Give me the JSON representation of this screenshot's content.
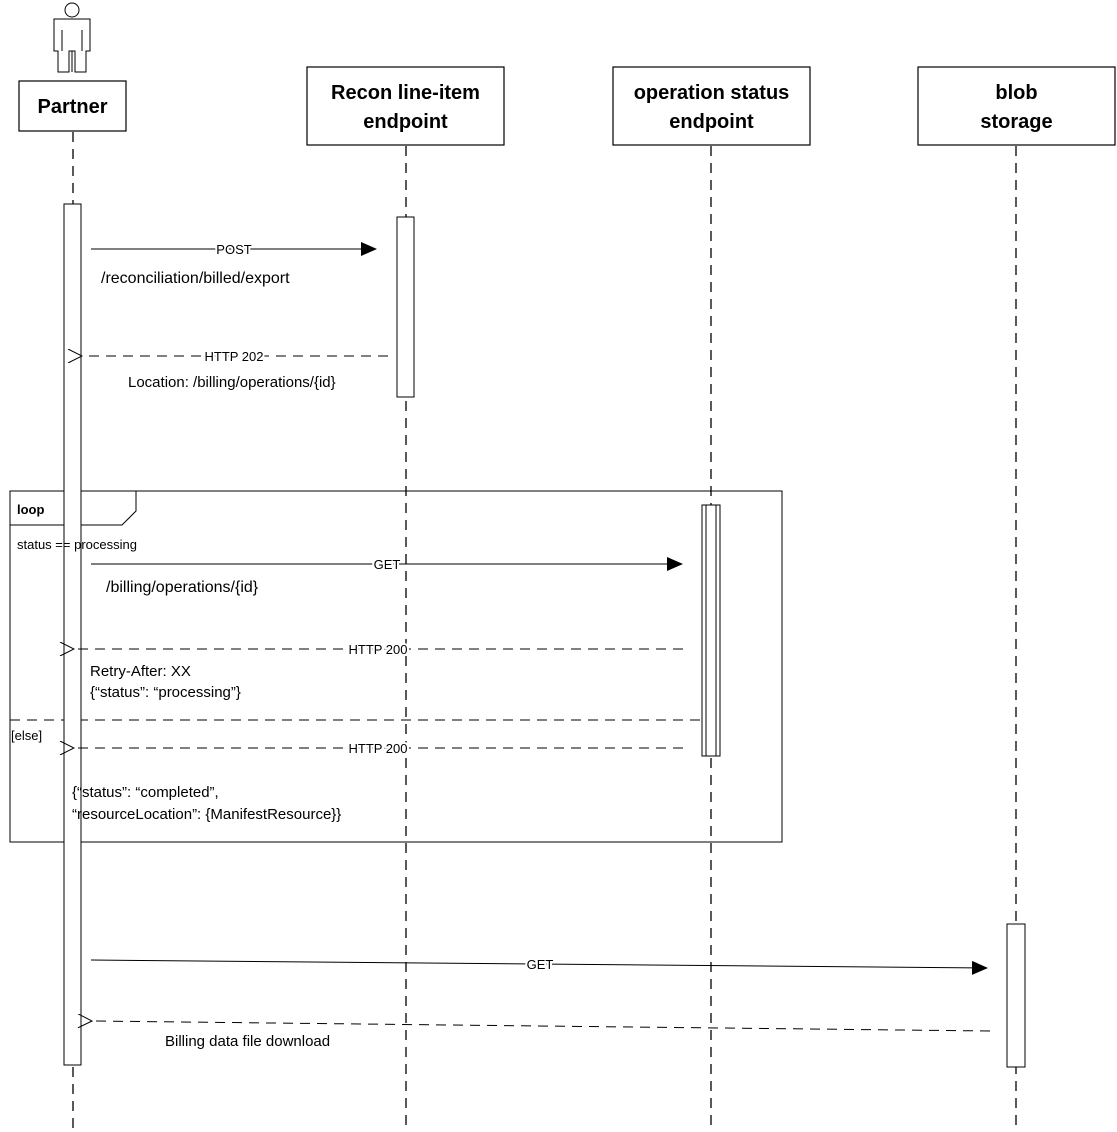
{
  "participants": [
    {
      "name": "Partner",
      "lines": [
        "Partner"
      ],
      "actor": true
    },
    {
      "name": "recon-endpoint",
      "lines": [
        "Recon line-item",
        "endpoint"
      ],
      "actor": false
    },
    {
      "name": "operation-status-endpoint",
      "lines": [
        "operation status",
        "endpoint"
      ],
      "actor": false
    },
    {
      "name": "blob-storage",
      "lines": [
        "blob",
        "storage"
      ],
      "actor": false
    }
  ],
  "messages": {
    "post": {
      "label": "POST",
      "detail": "/reconciliation/billed/export"
    },
    "http202": {
      "label": "HTTP 202",
      "detail": "Location: /billing/operations/{id}"
    },
    "get_status": {
      "label": "GET",
      "detail": "/billing/operations/{id}"
    },
    "http200_processing": {
      "label": "HTTP 200",
      "detail_line1": "Retry-After: XX",
      "detail_line2": "{“status”: “processing”}"
    },
    "http200_completed": {
      "label": "HTTP 200",
      "detail_line1": "{“status”: “completed”,",
      "detail_line2": "“resourceLocation”: {ManifestResource}}"
    },
    "get_blob": {
      "label": "GET",
      "detail": ""
    },
    "download": {
      "label": "",
      "detail": "Billing data file download"
    }
  },
  "loop": {
    "title": "loop",
    "guard": "status == processing",
    "else_label": "[else]"
  }
}
